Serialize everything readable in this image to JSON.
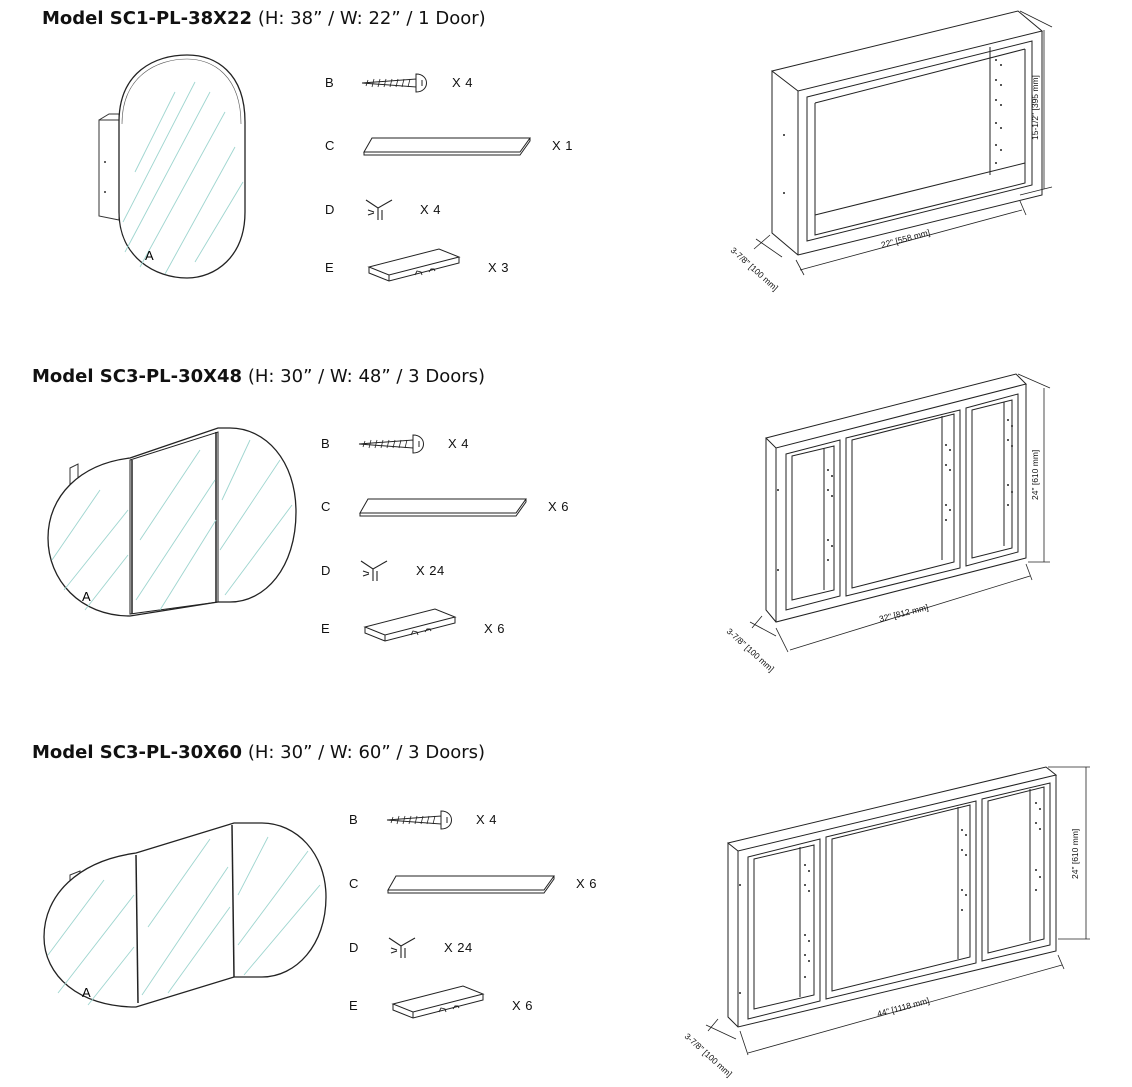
{
  "models": [
    {
      "name": "Model SC1-PL-38X22",
      "spec": "(H: 38” / W: 22” / 1 Door)",
      "cabinet_label": "A",
      "parts": [
        {
          "letter": "B",
          "qty": "X 4"
        },
        {
          "letter": "C",
          "qty": "X 1"
        },
        {
          "letter": "D",
          "qty": "X 4"
        },
        {
          "letter": "E",
          "qty": "X 3"
        }
      ],
      "dims": {
        "height": "15-1/2\" [395 mm]",
        "width": "22\" [558 mm]",
        "depth": "3-7/8\" [100 mm]"
      }
    },
    {
      "name": "Model SC3-PL-30X48",
      "spec": "(H: 30” / W: 48” / 3 Doors)",
      "cabinet_label": "A",
      "parts": [
        {
          "letter": "B",
          "qty": "X 4"
        },
        {
          "letter": "C",
          "qty": "X 6"
        },
        {
          "letter": "D",
          "qty": "X 24"
        },
        {
          "letter": "E",
          "qty": "X 6"
        }
      ],
      "dims": {
        "height": "24\" [610 mm]",
        "width": "32\" [812 mm]",
        "depth": "3-7/8\" [100 mm]"
      }
    },
    {
      "name": "Model SC3-PL-30X60",
      "spec": "(H: 30” / W: 60” / 3 Doors)",
      "cabinet_label": "A",
      "parts": [
        {
          "letter": "B",
          "qty": "X 4"
        },
        {
          "letter": "C",
          "qty": "X 6"
        },
        {
          "letter": "D",
          "qty": "X 24"
        },
        {
          "letter": "E",
          "qty": "X 6"
        }
      ],
      "dims": {
        "height": "24\" [610 mm]",
        "width": "44\" [1118 mm]",
        "depth": "3-7/8\" [100 mm]"
      }
    }
  ]
}
